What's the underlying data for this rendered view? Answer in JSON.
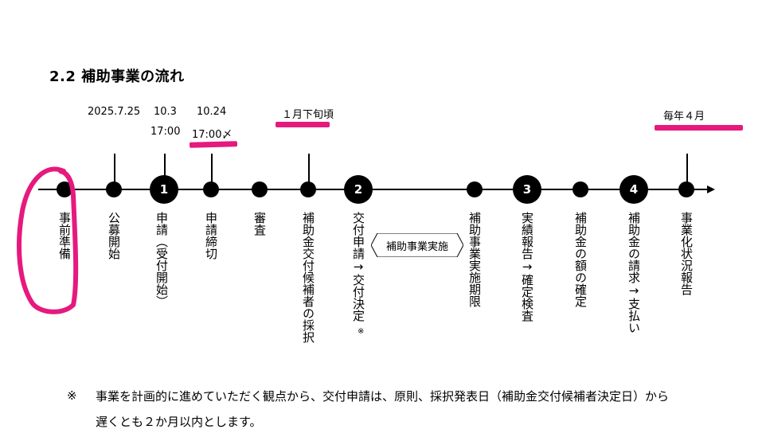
{
  "title": "2.2  補助事業の流れ",
  "dates": {
    "announce": "2025.7.25",
    "apply_date": "10.3",
    "apply_time": "17:00",
    "deadline_date": "10.24",
    "deadline_time": "17:00〆",
    "selection": "１月下旬頃",
    "report": "毎年４月"
  },
  "steps": {
    "s1": "1",
    "s2": "2",
    "s3": "3",
    "s4": "4"
  },
  "labels": {
    "prep": "事前準備",
    "announce": "公募開始",
    "apply": "申請（受付開始）",
    "deadline": "申請締切",
    "review": "審査",
    "selection": "補助金交付候補者の採択",
    "grant": "交付申請→交付決定",
    "period_end": "補助事業実施期限",
    "report": "実績報告→確定検査",
    "amount": "補助金の額の確定",
    "payment": "補助金の請求→支払い",
    "status": "事業化状況報告"
  },
  "grant_note_mark": "※",
  "implementation": "補助事業実施",
  "note": {
    "mark": "※",
    "line1": "事業を計画的に進めていただく観点から、交付申請は、原則、採択発表日（補助金交付候補者決定日）から",
    "line2": "遅くとも２か月以内とします。"
  },
  "colors": {
    "highlight": "#e6197d",
    "axis": "#000000"
  }
}
